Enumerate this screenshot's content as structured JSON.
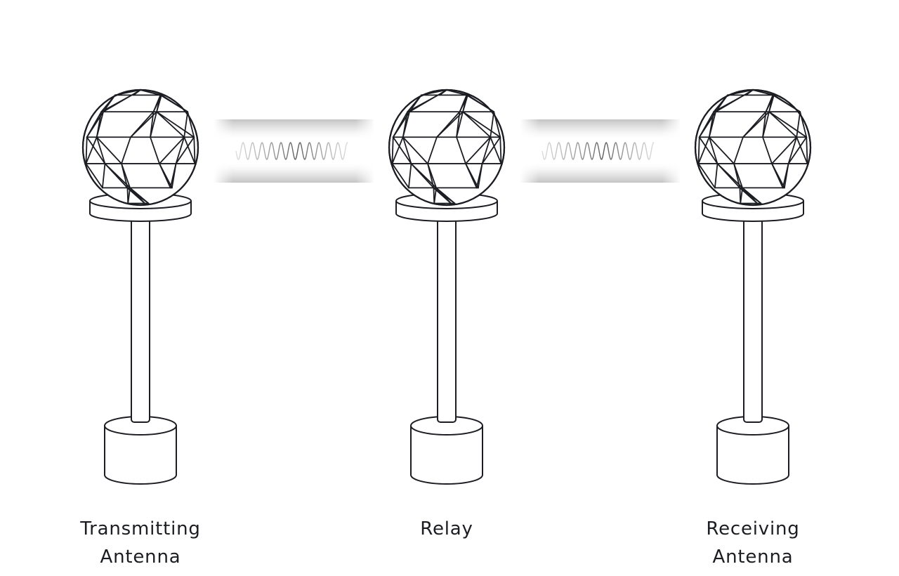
{
  "colors": {
    "stroke": "#1b1d22",
    "background": "#ffffff",
    "signal_band": "#c4c4c4",
    "signal_wave": "#6e6e6e"
  },
  "nodes": [
    {
      "id": "transmitter",
      "icon": "geodesic-sphere-antenna-icon",
      "label_lines": [
        "Transmitting",
        "Antenna"
      ]
    },
    {
      "id": "relay",
      "icon": "geodesic-sphere-antenna-icon",
      "label_lines": [
        "Relay"
      ]
    },
    {
      "id": "receiver",
      "icon": "geodesic-sphere-antenna-icon",
      "label_lines": [
        "Receiving",
        "Antenna"
      ]
    }
  ],
  "links": [
    {
      "from": "transmitter",
      "to": "relay",
      "icon": "signal-wave-icon"
    },
    {
      "from": "relay",
      "to": "receiver",
      "icon": "signal-wave-icon"
    }
  ]
}
